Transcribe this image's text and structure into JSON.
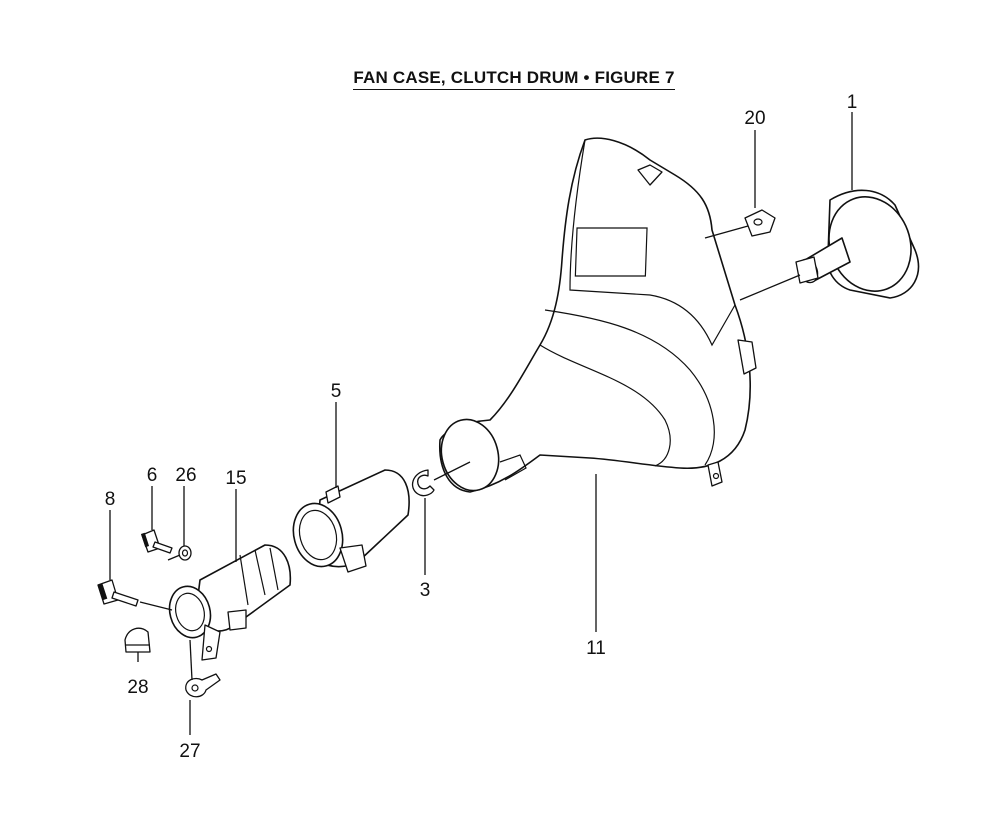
{
  "figure": {
    "title": "FAN CASE, CLUTCH DRUM",
    "separator": "•",
    "figure_label": "FIGURE 7"
  },
  "callouts": {
    "c1": "1",
    "c3": "3",
    "c5": "5",
    "c6": "6",
    "c8": "8",
    "c11": "11",
    "c15": "15",
    "c20": "20",
    "c26": "26",
    "c27": "27",
    "c28": "28"
  },
  "colors": {
    "ink": "#111111",
    "paper": "#ffffff"
  }
}
